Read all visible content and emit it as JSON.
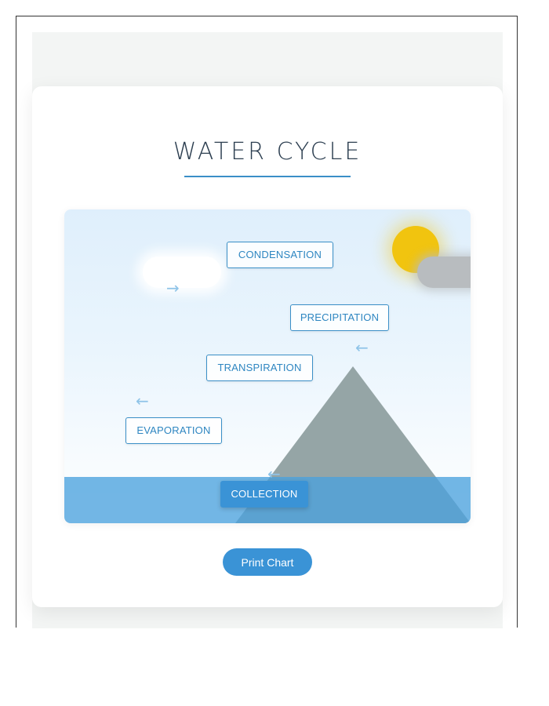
{
  "title": "WATER CYCLE",
  "labels": {
    "condensation": "CONDENSATION",
    "precipitation": "PRECIPITATION",
    "transpiration": "TRANSPIRATION",
    "evaporation": "EVAPORATION",
    "collection": "COLLECTION"
  },
  "arrows": {
    "right": "→",
    "left": "←"
  },
  "active_stage": "collection",
  "print_button": "Print Chart",
  "colors": {
    "accent": "#3a93d6",
    "title": "#2c3e50",
    "sun": "#f1c40f",
    "mountain": "#95a5a6",
    "water": "#4aa2de",
    "sky_top": "#dfeffc"
  }
}
